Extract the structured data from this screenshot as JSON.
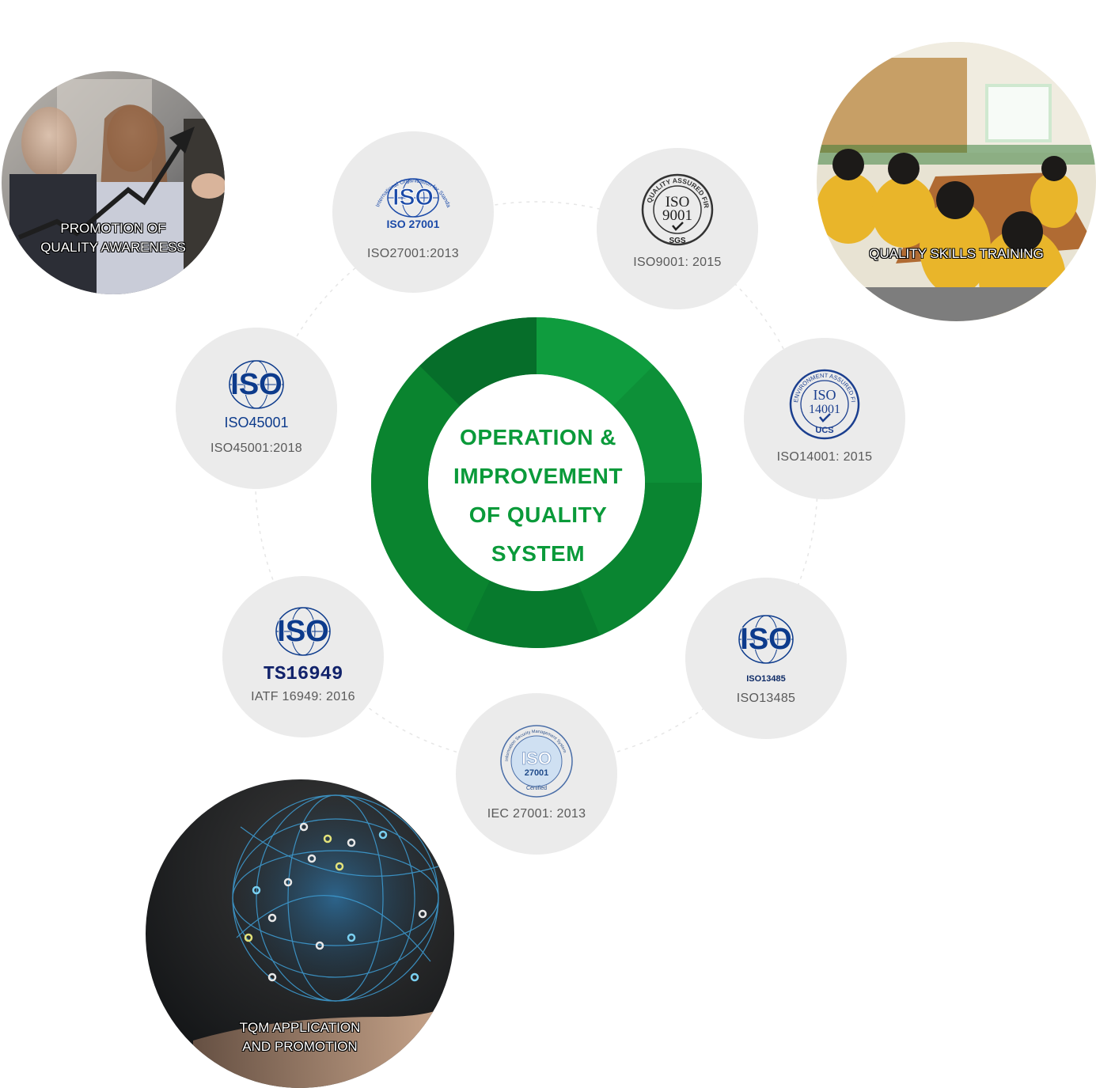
{
  "center": {
    "lines": [
      "OPERATION &",
      "IMPROVEMENT",
      "OF QUALITY",
      "SYSTEM"
    ]
  },
  "photos": {
    "awareness": {
      "lines": [
        "PROMOTION OF",
        "QUALITY AWARENESS"
      ]
    },
    "training": {
      "lines": [
        "QUALITY SKILLS TRAINING"
      ]
    },
    "tqm": {
      "lines": [
        "TQM APPLICATION",
        "AND PROMOTION"
      ]
    }
  },
  "certs": {
    "iso27001": {
      "label": "ISO27001:2013",
      "logo_text": "ISO",
      "logo_sub": "ISO 27001",
      "logo_arc": "International Organization for Standardization"
    },
    "iso9001": {
      "label": "ISO9001: 2015",
      "logo_line1": "ISO",
      "logo_line2": "9001",
      "logo_arc": "QUALITY ASSURED FIRM",
      "logo_sub": "SGS"
    },
    "iso14001": {
      "label": "ISO14001: 2015",
      "logo_line1": "ISO",
      "logo_line2": "14001",
      "logo_arc": "ENVIRONMENT ASSURED FIRM",
      "logo_sub": "UCS"
    },
    "iso13485": {
      "label": "ISO13485",
      "logo_text": "ISO",
      "logo_sub": "ISO13485"
    },
    "iec27001": {
      "label": "IEC 27001: 2013",
      "logo_text": "ISO",
      "logo_num": "27001",
      "logo_certified": "Certified",
      "logo_arc": "Information Security Management System"
    },
    "iatf16949": {
      "label": "IATF 16949: 2016",
      "logo_text": "ISO",
      "logo_sub": "TS16949"
    },
    "iso45001": {
      "label": "ISO45001:2018",
      "logo_text": "ISO",
      "logo_sub": "ISO45001"
    }
  },
  "colors": {
    "ring_dark": "#066e2a",
    "ring_mid": "#0b8a32",
    "ring_light": "#10a040",
    "center_text": "#0a9a3a",
    "iso_blue": "#0d3b8c",
    "cert_bg": "#ebebeb"
  }
}
